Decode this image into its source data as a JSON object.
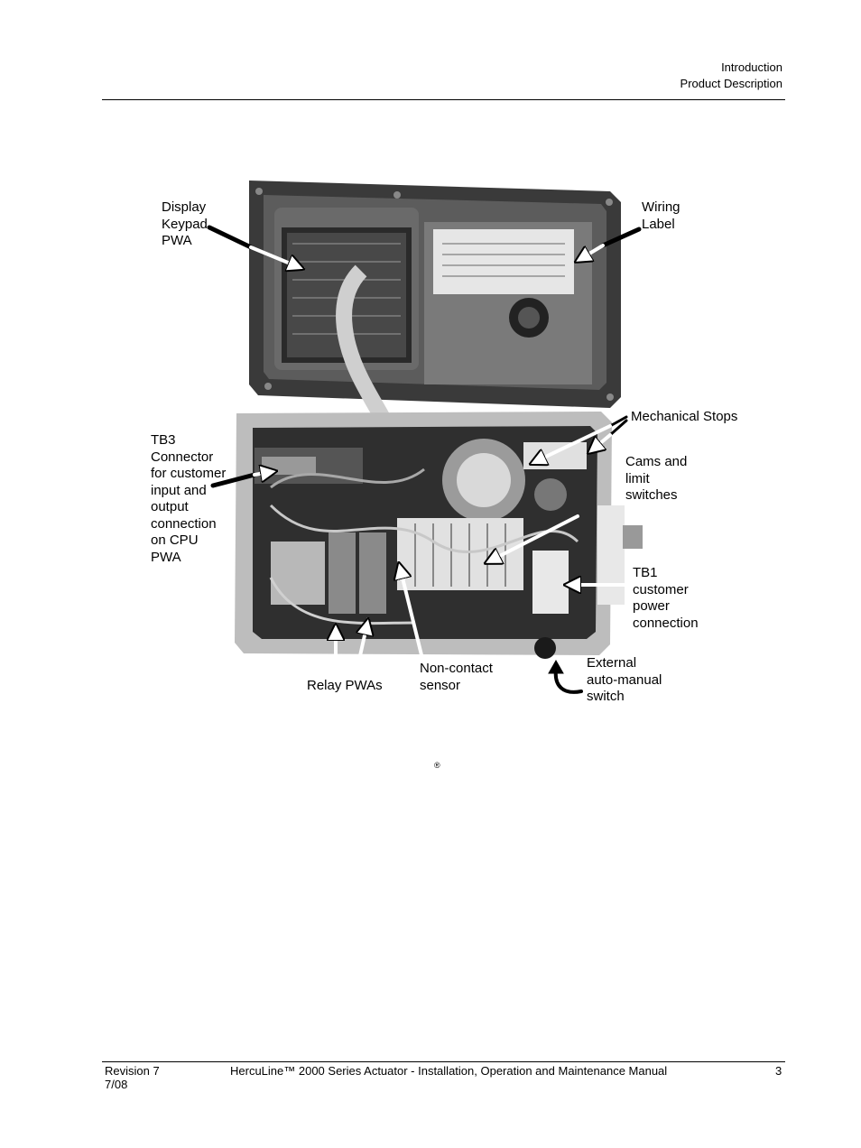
{
  "header": {
    "section": "Introduction",
    "subsection": "Product Description"
  },
  "figure": {
    "callouts": {
      "display_keypad": "Display\nKeypad\nPWA",
      "wiring_label": "Wiring\nLabel",
      "mechanical_stops": "Mechanical Stops",
      "tb3": "TB3\nConnector\nfor customer\ninput and\noutput\nconnection\non CPU\nPWA",
      "cams_limit": "Cams and\nlimit\nswitches",
      "tb1": "TB1\ncustomer\npower\nconnection",
      "relay": "Relay PWAs",
      "non_contact": "Non-contact\nsensor",
      "external_switch": "External\nauto-manual\nswitch"
    },
    "registered_mark": "®"
  },
  "footer": {
    "revision": "Revision 7",
    "date": "7/08",
    "title": "HercuLine™ 2000 Series Actuator - Installation, Operation and Maintenance Manual",
    "page_number": "3"
  }
}
